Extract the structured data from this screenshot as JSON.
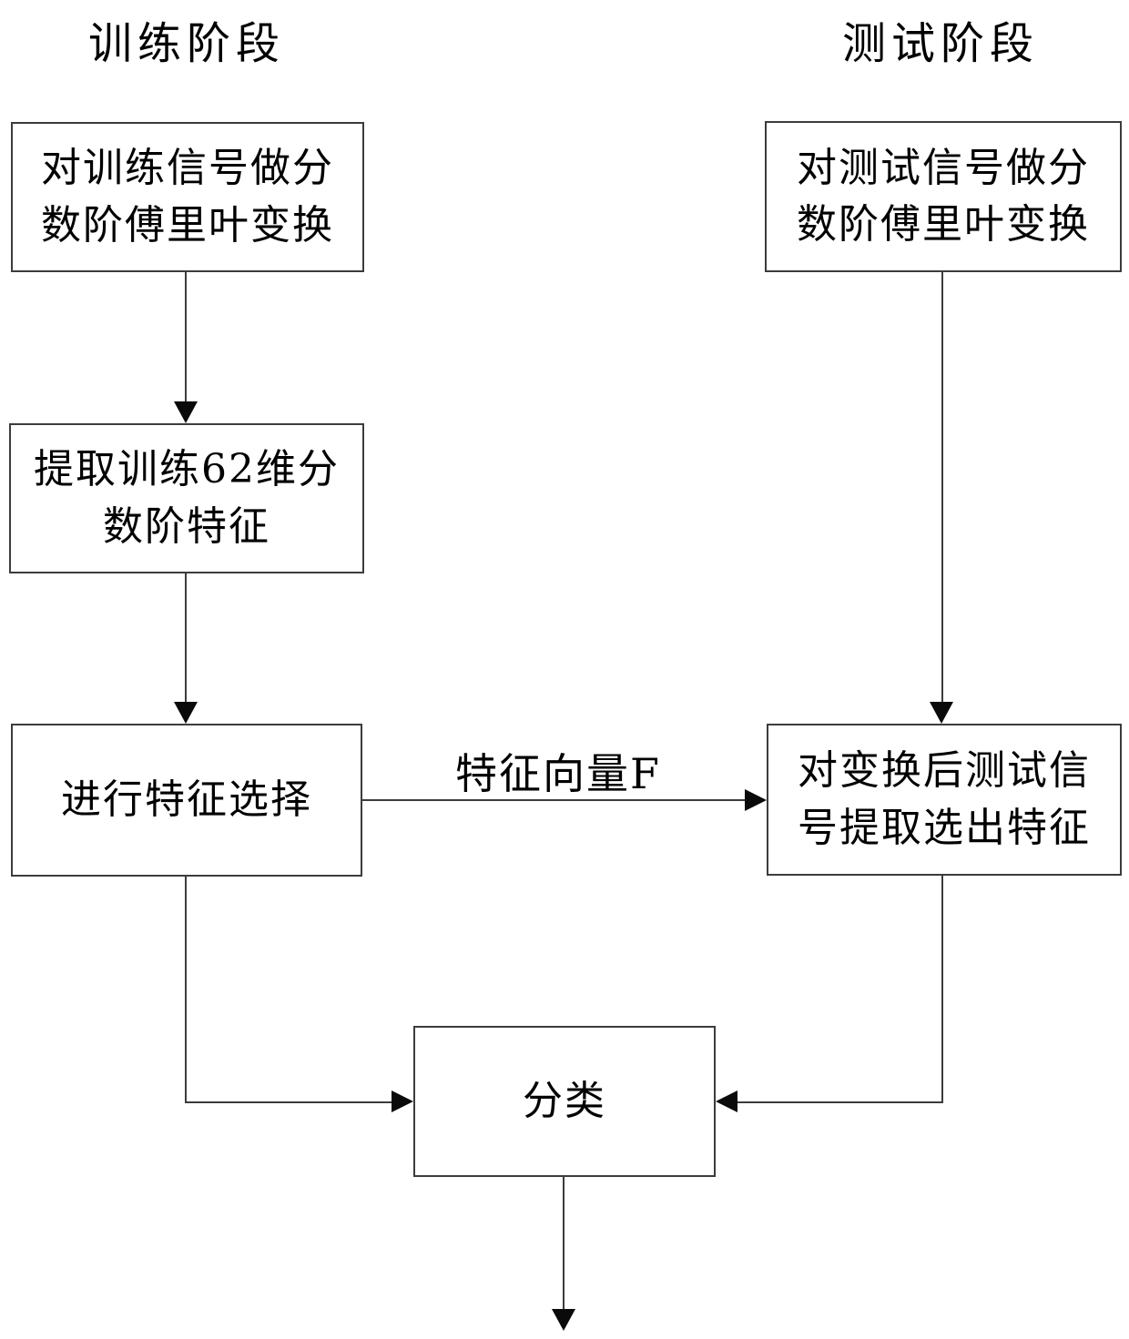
{
  "diagram": {
    "titles": {
      "train": "训练阶段",
      "test": "测试阶段"
    },
    "nodes": {
      "train_step1": "对训练信号做分\n数阶傅里叶变换",
      "train_step2": "提取训练62维分\n数阶特征",
      "train_step3": "进行特征选择",
      "test_step1": "对测试信号做分\n数阶傅里叶变换",
      "test_step2": "对变换后测试信\n号提取选出特征",
      "classify": "分类"
    },
    "edge_labels": {
      "feature_vector": "特征向量F"
    },
    "colors": {
      "background": "#ffffff",
      "line": "#3c3c3c",
      "arrowhead": "#0a0a0a",
      "text": "#000000"
    }
  }
}
